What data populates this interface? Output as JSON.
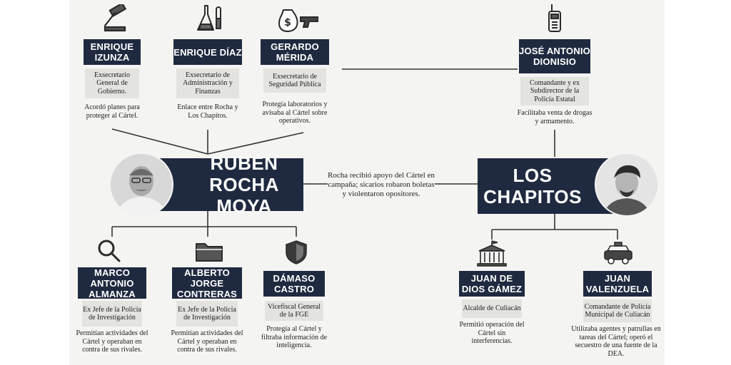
{
  "figures": {
    "izunza": {
      "name": "ENRIQUE IZUNZA",
      "role": "Exsecretario General de Gobierno.",
      "note": "Acordó planes para proteger al Cártel."
    },
    "diaz": {
      "name": "ENRIQUE DÍAZ",
      "role": "Exsecretario de Administración y Finanzas",
      "note": "Enlace entre Rocha y Los Chapitos."
    },
    "merida": {
      "name": "GERARDO MÉRIDA",
      "role": "Exsecretario de Seguridad Pública",
      "note": "Protegía laboratorios y avisaba al Cártel sobre operativos."
    },
    "dionisio": {
      "name": "JOSÉ ANTONIO DIONISIO",
      "role": "Comandante y ex Subdirector de la Policía Estatal",
      "note": "Facilitaba venta de drogas y armamento."
    },
    "almanza": {
      "name": "MARCO ANTONIO ALMANZA",
      "role": "Ex Jefe de la Policía de Investigación",
      "note": "Permitían actividades del Cártel y operaban en contra de sus rivales."
    },
    "contreras": {
      "name": "ALBERTO JORGE CONTRERAS",
      "role": "Ex Jefe de la Policía de Investigación",
      "note": "Permitían actividades del Cártel y operaban en contra de sus rivales."
    },
    "castro": {
      "name": "DÁMASO CASTRO",
      "role": "Vicefiscal General de la FGE",
      "note": "Protegía al Cártel y filtraba información de inteligencia."
    },
    "gamez": {
      "name": "JUAN DE DIOS GÁMEZ",
      "role": "Alcalde de Culiacán",
      "note": "Permitió operación del Cártel sin interferencias."
    },
    "valenzuela": {
      "name": "JUAN VALENZUELA",
      "role": "Comandante de Policía Municipal de Culiacán",
      "note": "Utilizaba agentes y patrullas en tareas del Cártel; operó el secuestro de una fuente de la DEA."
    }
  },
  "main": {
    "rocha": "RUBÉN ROCHA MOYA",
    "chapitos": "LOS CHAPITOS",
    "center_note": "Rocha recibió apoyo del Cártel en campaña; sicarios robaron boletas y violentaron opositores."
  },
  "icons": [
    "gavel-icon",
    "flask-icon",
    "money-gun-icon",
    "radio-icon",
    "magnifier-icon",
    "folder-icon",
    "shield-icon",
    "building-icon",
    "police-car-icon"
  ],
  "colors": {
    "navy": "#1f2a40",
    "gray_box": "#e3e3e0",
    "background": "#f4f4f2"
  }
}
